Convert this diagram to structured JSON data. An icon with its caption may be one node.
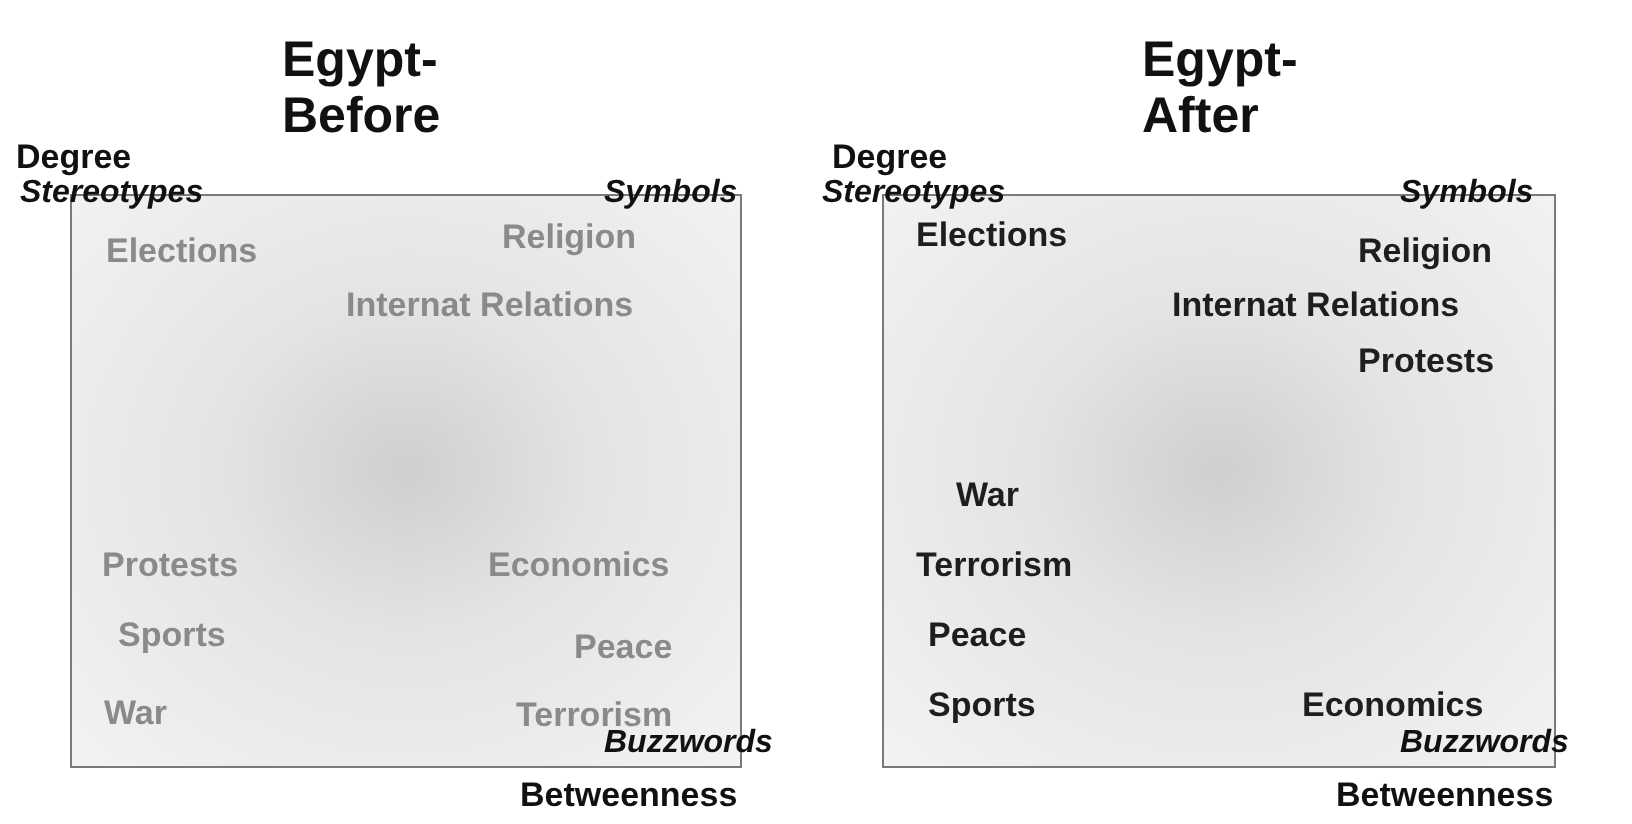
{
  "diagram": {
    "nodes": [
      {
        "text": [
          "Egypt- Before",
          "Elections",
          "Religion",
          "Internat Relations",
          "Protests",
          "Economics",
          "Sports",
          "Peace",
          "War",
          "Terrorism"
        ]
      },
      {
        "text": [
          "Egypt- After",
          "Elections",
          "Religion",
          "Internat Relations",
          "Protests",
          "War",
          "Terrorism",
          "Peace",
          "Sports",
          "Economics"
        ]
      }
    ],
    "labels": [
      "Degree",
      "Degree",
      "Stereotypes",
      "Symbols",
      "Stereotypes",
      "Symbols",
      "Buzzwords",
      "Buzzwords",
      "Betweenness",
      "Betweenness"
    ]
  }
}
